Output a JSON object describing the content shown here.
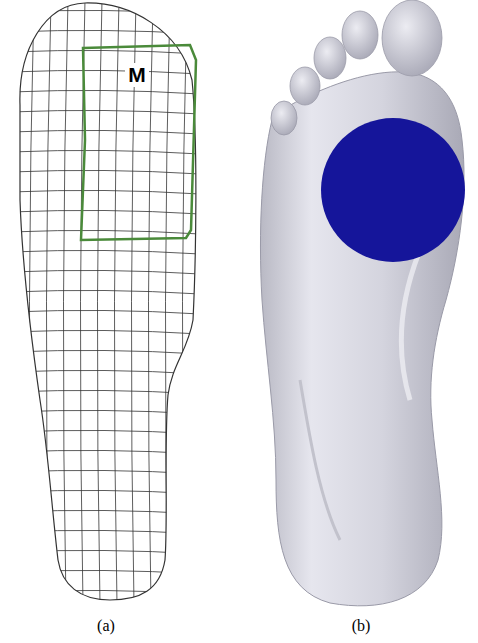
{
  "diagram": {
    "nodes": [
      {
        "text": [
          "M"
        ]
      }
    ],
    "labels": [
      "(a)",
      "(b)"
    ]
  }
}
